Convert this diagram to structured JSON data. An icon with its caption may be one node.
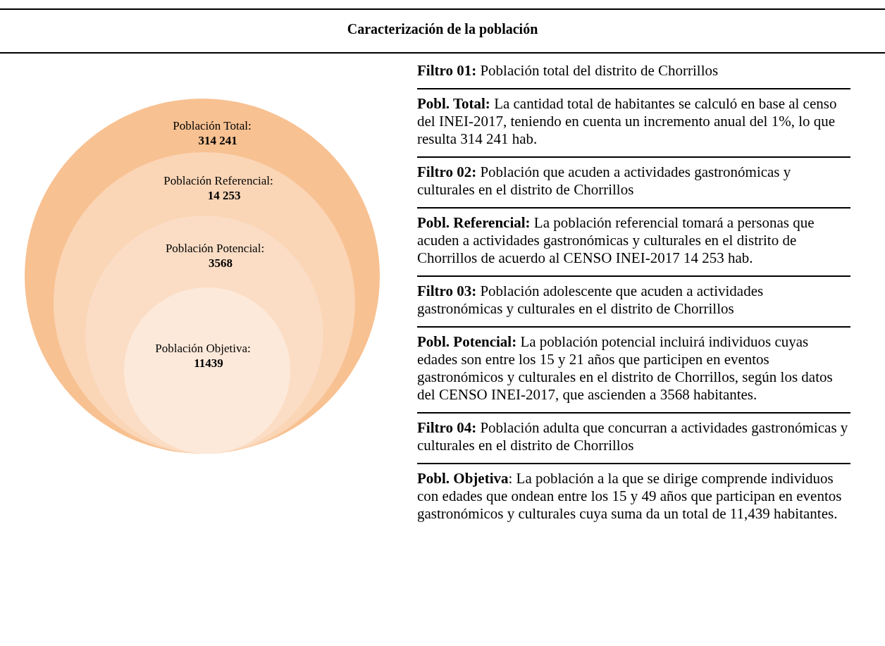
{
  "diagram": {
    "title": "Caracterización de la población",
    "nodes": [
      {
        "text": [
          "Población Total:",
          "314 241"
        ]
      },
      {
        "text": [
          "Población Referencial:",
          "14 253"
        ],
        "in": 0
      },
      {
        "text": [
          "Población Potencial:",
          "3568"
        ],
        "in": 1
      },
      {
        "text": [
          "Población Objetiva:",
          "11439"
        ],
        "in": 2
      }
    ],
    "labels": [
      "**Filtro 01:** Población total del distrito de Chorrillos",
      "**Pobl. Total:** La cantidad total de habitantes se calculó en base al censo del INEI-2017, teniendo en cuenta un incremento anual del 1%, lo que resulta 314 241 hab.",
      "**Filtro 02:** Población que acuden a actividades gastronómicas y culturales en el distrito de Chorrillos",
      "**Pobl. Referencial:** La población referencial tomará a personas que acuden a actividades gastronómicas y culturales en el distrito de Chorrillos de acuerdo al CENSO INEI-2017 14 253 hab.",
      "**Filtro 03:** Población adolescente que acuden a actividades gastronómicas y culturales en el distrito de Chorrillos",
      "**Pobl. Potencial:** La población potencial incluirá individuos cuyas edades son entre los 15 y 21 años que participen en eventos gastronómicos y culturales en el distrito de Chorrillos, según los datos del CENSO INEI-2017, que ascienden a 3568 habitantes.",
      "**Filtro 04:** Población adulta que concurran a actividades gastronómicas y culturales en el distrito de Chorrillos",
      "**Pobl. Objetiva**: La población a la que se dirige comprende individuos con edades que ondean entre los 15 y 49 años que participan en eventos gastronómicos y culturales cuya suma da un total de 11,439 habitantes."
    ]
  }
}
